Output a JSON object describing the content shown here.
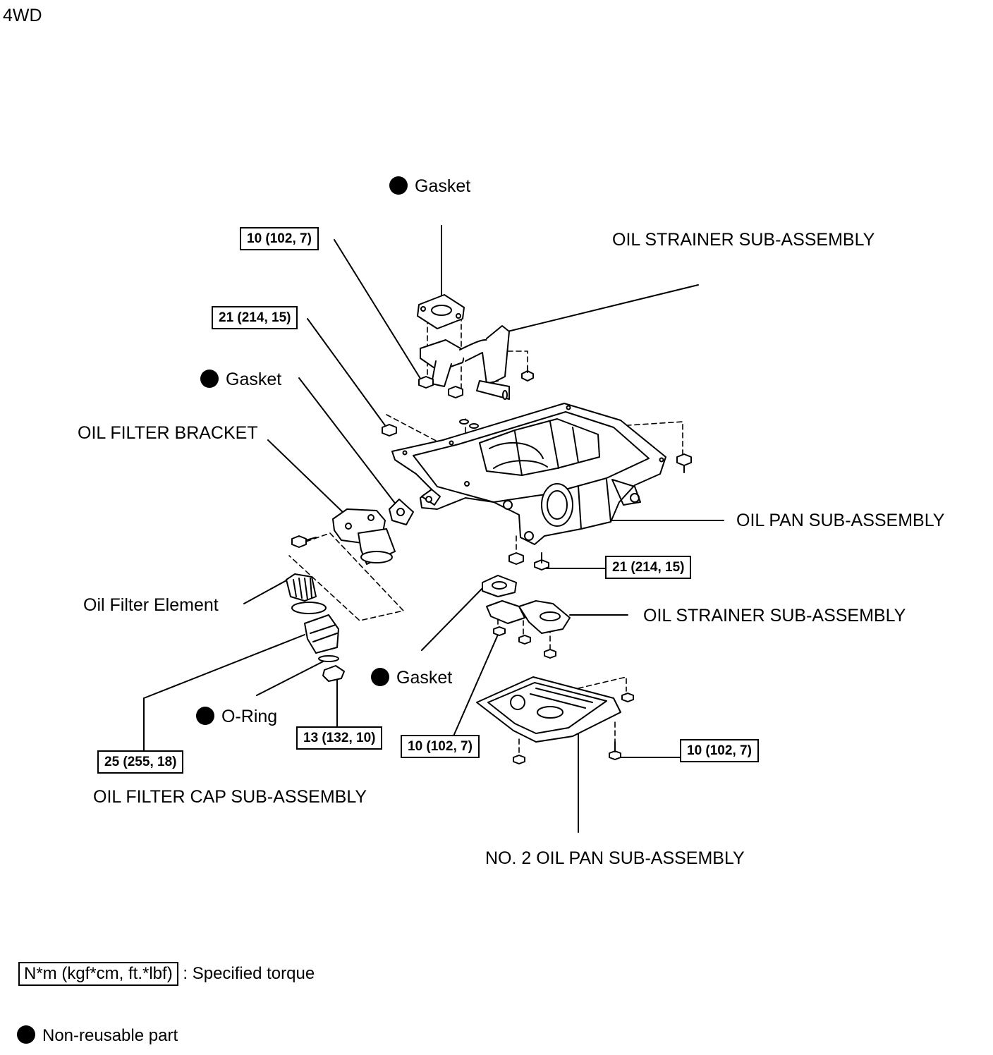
{
  "header": {
    "variant": "4WD"
  },
  "labels": {
    "gasket_top": "Gasket",
    "gasket_bracket": "Gasket",
    "gasket_lower": "Gasket",
    "oil_strainer_upper": "OIL STRAINER SUB-ASSEMBLY",
    "oil_strainer_lower": "OIL STRAINER SUB-ASSEMBLY",
    "oil_filter_bracket": "OIL FILTER BRACKET",
    "oil_pan": "OIL PAN SUB-ASSEMBLY",
    "oil_filter_element": "Oil Filter Element",
    "o_ring": "O-Ring",
    "oil_filter_cap": "OIL FILTER CAP SUB-ASSEMBLY",
    "no2_oil_pan": "NO. 2 OIL PAN SUB-ASSEMBLY"
  },
  "torques": {
    "strainer_upper": "10 (102, 7)",
    "pan_left": "21 (214, 15)",
    "pan_right": "21 (214, 15)",
    "filter_cap": "25 (255, 18)",
    "drain_plug": "13 (132, 10)",
    "strainer_lower": "10 (102, 7)",
    "no2_pan": "10 (102, 7)"
  },
  "legend": {
    "torque_unit": "N*m (kgf*cm, ft.*lbf)",
    "torque_text": ": Specified torque",
    "nonreusable_text": "Non-reusable part"
  },
  "icons": [
    "non-reusable-bullet-icon"
  ],
  "colors": {
    "ink": "#000000",
    "background": "#ffffff"
  }
}
